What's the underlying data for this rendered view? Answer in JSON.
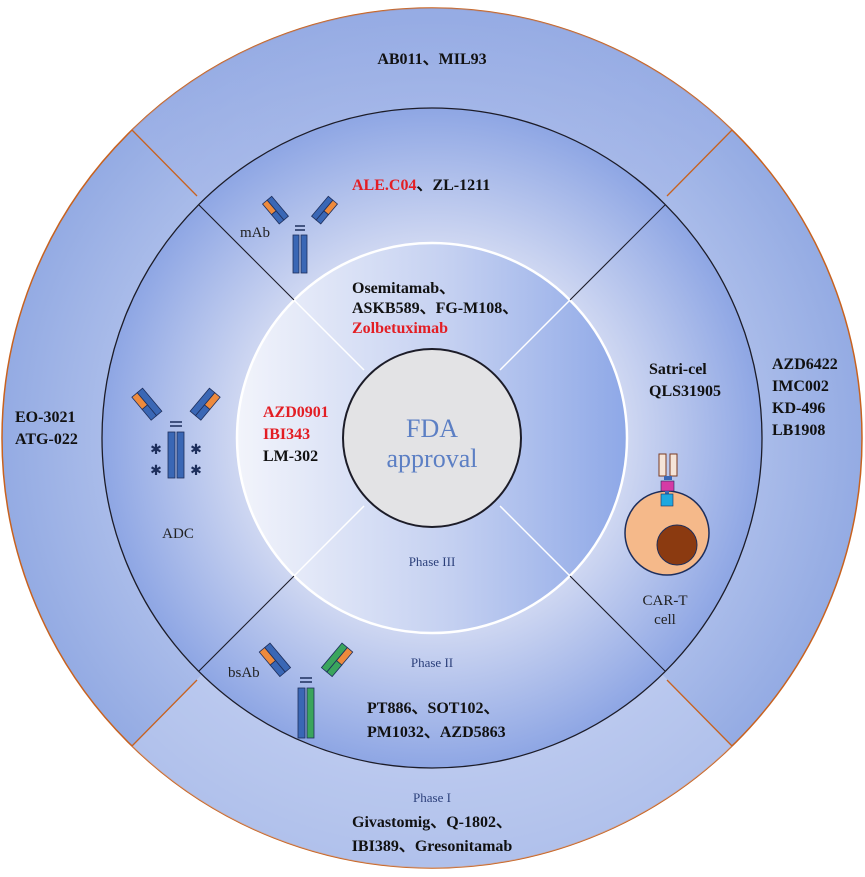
{
  "center": {
    "line1": "FDA",
    "line2": "approval"
  },
  "phases": {
    "phase3": "Phase III",
    "phase2": "Phase II",
    "phase1": "Phase I"
  },
  "modalities": {
    "mab": "mAb",
    "adc": "ADC",
    "bsab": "bsAb",
    "cart_line1": "CAR-T",
    "cart_line2": "cell"
  },
  "phase3_groups": {
    "mab": [
      {
        "text": "Osemitamab、",
        "color": "black"
      },
      {
        "text": "ASKB589、FG-M108、",
        "color": "black"
      },
      {
        "text": "Zolbetuximab",
        "color": "red"
      }
    ],
    "adc": [
      {
        "text": "AZD0901",
        "color": "red"
      },
      {
        "text": "IBI343",
        "color": "red"
      },
      {
        "text": "LM-302",
        "color": "black"
      }
    ]
  },
  "phase2_groups": {
    "mab": [
      {
        "text": "ALE.C04",
        "color": "red"
      },
      {
        "text": "、ZL-1211",
        "color": "black"
      }
    ],
    "cart": [
      {
        "text": "Satri-cel",
        "color": "black"
      },
      {
        "text": "QLS31905",
        "color": "black"
      }
    ],
    "bsab": [
      {
        "text": "PT886、SOT102、",
        "color": "black"
      },
      {
        "text": "PM1032、AZD5863",
        "color": "black"
      }
    ]
  },
  "phase1_groups": {
    "mab": [
      {
        "text": "AB011、MIL93",
        "color": "black"
      }
    ],
    "adc": [
      {
        "text": "EO-3021",
        "color": "black"
      },
      {
        "text": "ATG-022",
        "color": "black"
      }
    ],
    "cart": [
      {
        "text": "AZD6422",
        "color": "black"
      },
      {
        "text": "IMC002",
        "color": "black"
      },
      {
        "text": "KD-496",
        "color": "black"
      },
      {
        "text": "LB1908",
        "color": "black"
      }
    ],
    "bsab": [
      {
        "text": "Givastomig、Q-1802、",
        "color": "black"
      },
      {
        "text": "IBI389、Gresonitamab",
        "color": "black"
      }
    ]
  },
  "colors": {
    "red_text": "#e31e24",
    "outer_ring": "#a9bbe6",
    "middle_ring": "#9fb3e8",
    "inner_ring": "#c9d3f2",
    "center_fill": "#e3e3e5",
    "divider_orange": "#c8621f",
    "cell_body": "#f5b98a",
    "cell_nucleus": "#8b3a10",
    "antibody_blue": "#3a67b5",
    "antibody_orange": "#ee8a3c",
    "antibody_green": "#3aa55d"
  },
  "icons": {
    "mab": "antibody-icon",
    "adc": "adc-antibody-icon",
    "bsab": "bispecific-antibody-icon",
    "cart": "car-t-cell-icon"
  }
}
